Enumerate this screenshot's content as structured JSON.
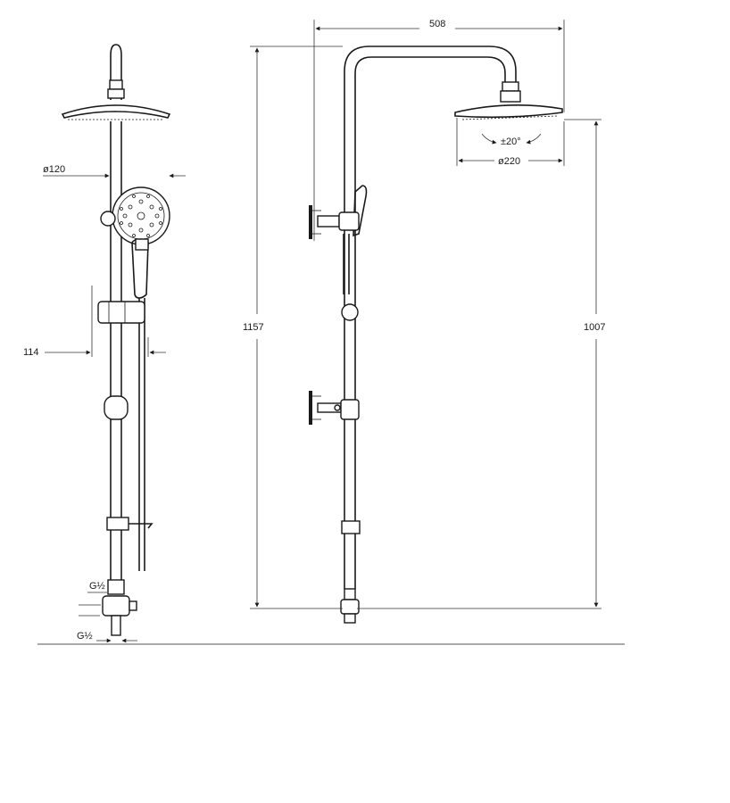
{
  "dimensions": {
    "head_diameter_side": "ø120",
    "bar_offset": "114",
    "inlet_thread_top": "G½",
    "inlet_thread_bottom": "G½",
    "arm_reach": "508",
    "total_height": "1157",
    "head_height": "1007",
    "tilt_angle": "±20°",
    "head_diameter_front": "ø220"
  },
  "colors": {
    "line": "#1a1a1a",
    "background": "#ffffff"
  }
}
